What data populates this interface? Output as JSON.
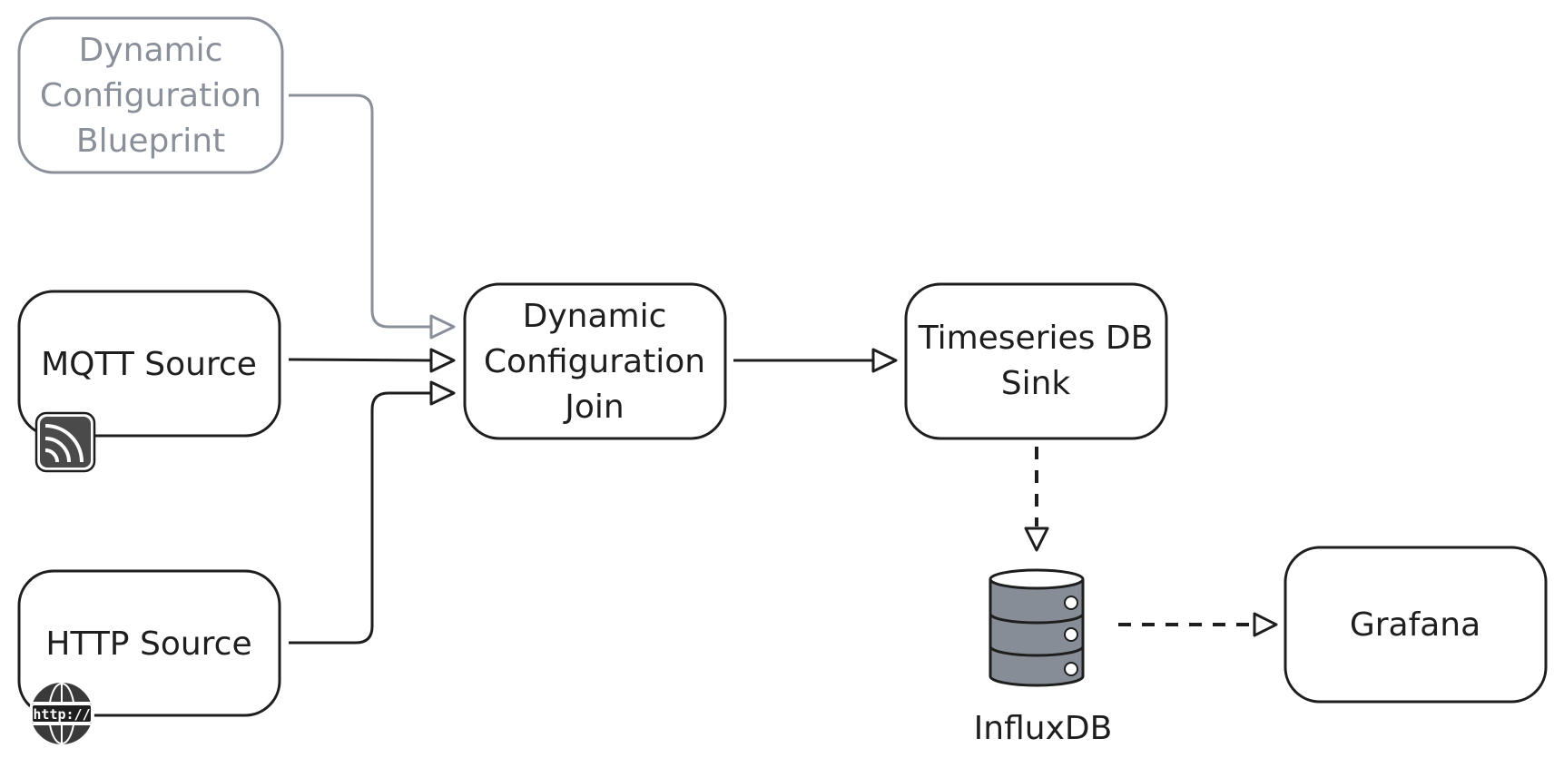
{
  "nodes": {
    "blueprint": {
      "lines": [
        "Dynamic",
        "Configuration",
        "Blueprint"
      ]
    },
    "mqtt": {
      "lines": [
        "MQTT Source"
      ]
    },
    "http": {
      "lines": [
        "HTTP Source"
      ]
    },
    "join": {
      "lines": [
        "Dynamic",
        "Configuration",
        "Join"
      ]
    },
    "sink": {
      "lines": [
        "Timeseries DB",
        "Sink"
      ]
    },
    "influxdb": {
      "label": "InfluxDB"
    },
    "grafana": {
      "lines": [
        "Grafana"
      ]
    }
  },
  "badges": {
    "http": {
      "text": "http://"
    }
  },
  "icons": {
    "mqtt_badge": "rss-feed-icon",
    "http_badge": "http-globe-icon",
    "database": "database-icon"
  },
  "colors": {
    "stroke": "#1e1e1e",
    "muted": "#8a9099",
    "database_fill": "#868d96"
  }
}
